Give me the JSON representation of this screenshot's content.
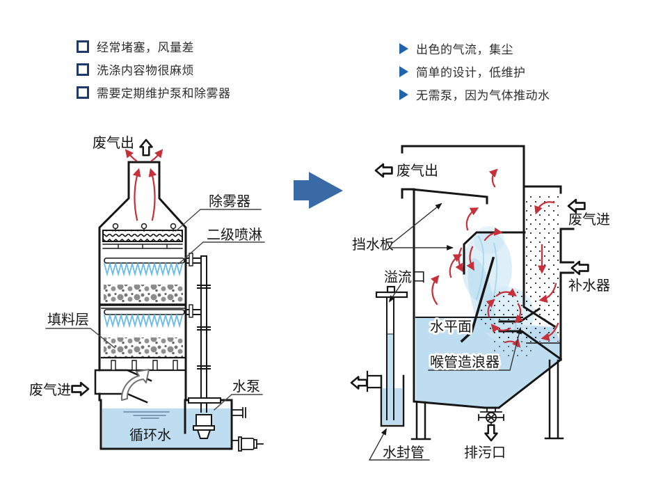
{
  "slide": {
    "background": "#ffffff"
  },
  "cons_list": {
    "bullet_icon": "hollow-square",
    "bullet_color": "#1e3a66",
    "items": [
      "经常堵塞，风量差",
      "洗涤内容物很麻烦",
      "需要定期维护泵和除雾器"
    ]
  },
  "pros_list": {
    "bullet_icon": "solid-right-triangle",
    "bullet_color": "#2263ae",
    "items": [
      "出色的气流，集尘",
      "简单的设计，低维护",
      "无需泵，因为气体推动水"
    ]
  },
  "left_diagram": {
    "labels": {
      "gas_out": "废气出",
      "demister": "除雾器",
      "secondary_spray": "二级喷淋",
      "packing_layer": "填料层",
      "gas_in": "废气进",
      "water_pump": "水泵",
      "circulating_water": "循环水"
    }
  },
  "right_diagram": {
    "labels": {
      "gas_out": "废气出",
      "water_baffle": "挡水板",
      "overflow_port": "溢流口",
      "water_level": "水平面",
      "throat_wave_maker": "喉管造浪器",
      "gas_in": "废气进",
      "water_refiller": "补水器",
      "water_seal_pipe": "水封管",
      "drain_outlet": "排污口"
    }
  },
  "transition_arrow": {
    "shape": "block-arrow-right",
    "color": "#3a6aa5"
  },
  "icons": {
    "gas_flow_arrows": "block-arrow-outline",
    "flow_direction": "curved-red-arrow"
  },
  "colors": {
    "line": "#161616",
    "water_fill": "#bfddf0",
    "spray_blue": "#58b4e8",
    "flow_arrow_red": "#c5303a",
    "list_text": "#2e2e2e"
  }
}
